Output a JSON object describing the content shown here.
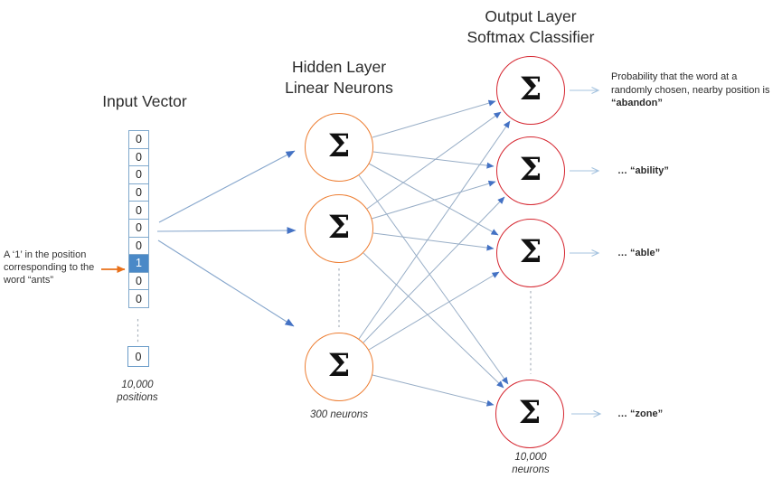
{
  "titles": {
    "input": "Input Vector",
    "hidden_line1": "Hidden Layer",
    "hidden_line2": "Linear Neurons",
    "output_line1": "Output Layer",
    "output_line2": "Softmax Classifier"
  },
  "input_vector": {
    "cells": [
      "0",
      "0",
      "0",
      "0",
      "0",
      "0",
      "0",
      "1",
      "0",
      "0"
    ],
    "hot_index": 7,
    "tail_cell": "0",
    "count_line1": "10,000",
    "count_line2": "positions"
  },
  "annotation": {
    "text": "A ‘1’ in the position corresponding to the word “ants”"
  },
  "hidden_layer": {
    "neuron_symbol": "Σ",
    "count_label": "300 neurons"
  },
  "output_layer": {
    "neuron_symbol": "Σ",
    "count_line1": "10,000",
    "count_line2": "neurons"
  },
  "output_labels": [
    {
      "prefix": "Probability that the word at a randomly chosen, nearby position is ",
      "word": "“abandon”"
    },
    {
      "prefix": "",
      "word": "… “ability”"
    },
    {
      "prefix": "",
      "word": "… “able”"
    },
    {
      "prefix": "",
      "word": "… “zone”"
    }
  ],
  "colors": {
    "hidden_circle": "#ED7D31",
    "output_circle": "#D5242E",
    "hot_cell": "#4A89C7",
    "arrow": "#4472C4",
    "wire": "#97ADC6",
    "light_arrow": "#A5C3DF",
    "cell_border": "#7FA8CC",
    "annotation_arrow": "#E8701A"
  }
}
